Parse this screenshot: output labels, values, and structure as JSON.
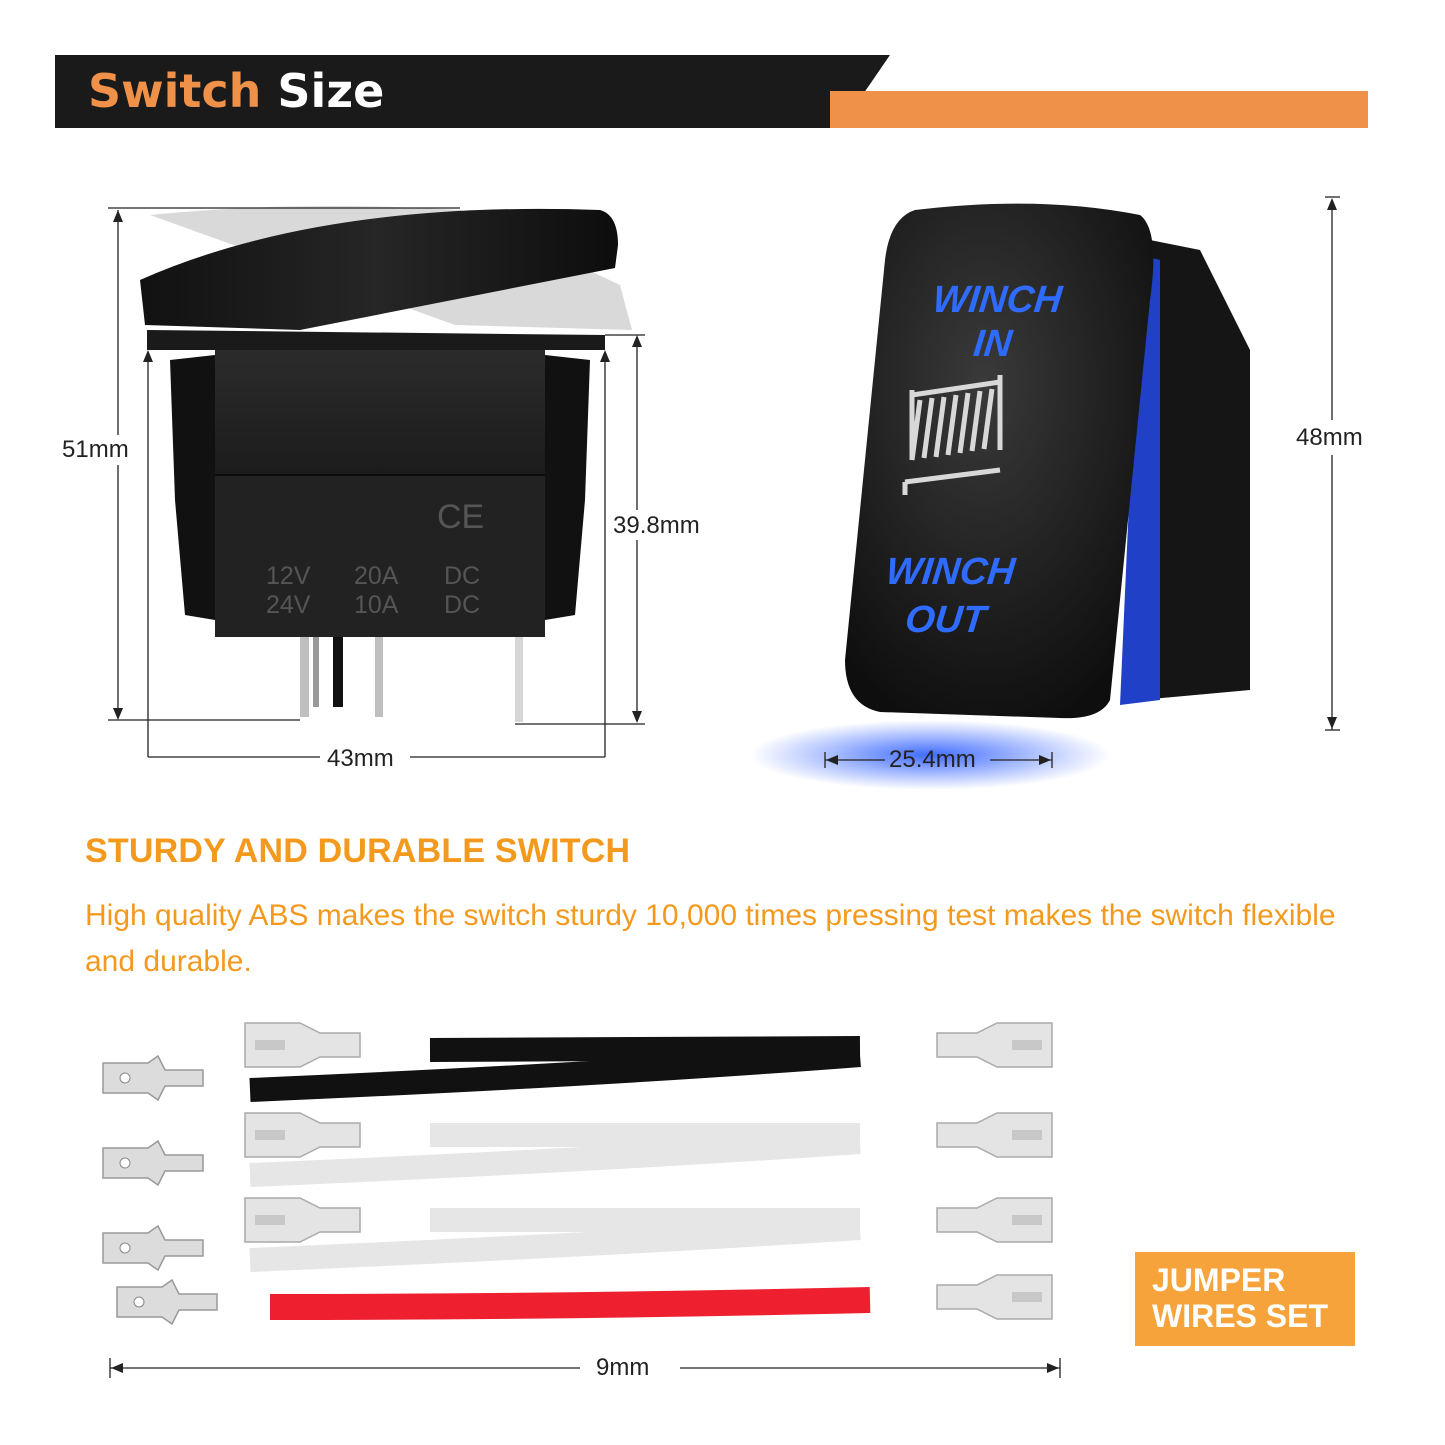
{
  "banner": {
    "title_word1": "Switch",
    "title_word2": "Size",
    "colors": {
      "dark": "#1a1a1a",
      "accent": "#f0914a"
    }
  },
  "switch_front": {
    "markings": {
      "ce": "CE",
      "row1": [
        "12V",
        "20A",
        "DC"
      ],
      "row2": [
        "24V",
        "10A",
        "DC"
      ]
    },
    "dimensions": {
      "total_height": "51mm",
      "body_height": "39.8mm",
      "width": "43mm"
    }
  },
  "switch_angled": {
    "label_top_line1": "WINCH",
    "label_top_line2": "IN",
    "label_bottom_line1": "WINCH",
    "label_bottom_line2": "OUT",
    "icon": "winch-drum-icon",
    "glow_color": "#2b5cff",
    "dimensions": {
      "height": "48mm",
      "width": "25.4mm"
    }
  },
  "feature": {
    "heading": "STURDY AND DURABLE SWITCH",
    "body": "High quality ABS makes the switch sturdy 10,000 times pressing test makes the switch flexible and durable.",
    "color": "#f39a1e"
  },
  "wires": {
    "items": [
      {
        "color": "black",
        "hex": "#111111",
        "type": "Y-jumper"
      },
      {
        "color": "white",
        "hex": "#e6e6e6",
        "type": "Y-jumper"
      },
      {
        "color": "white",
        "hex": "#e6e6e6",
        "type": "Y-jumper"
      },
      {
        "color": "red",
        "hex": "#ee2030",
        "type": "single"
      }
    ],
    "length_label": "9mm",
    "badge": {
      "line1": "JUMPER",
      "line2": "WIRES SET",
      "color": "#f7a33b"
    }
  }
}
